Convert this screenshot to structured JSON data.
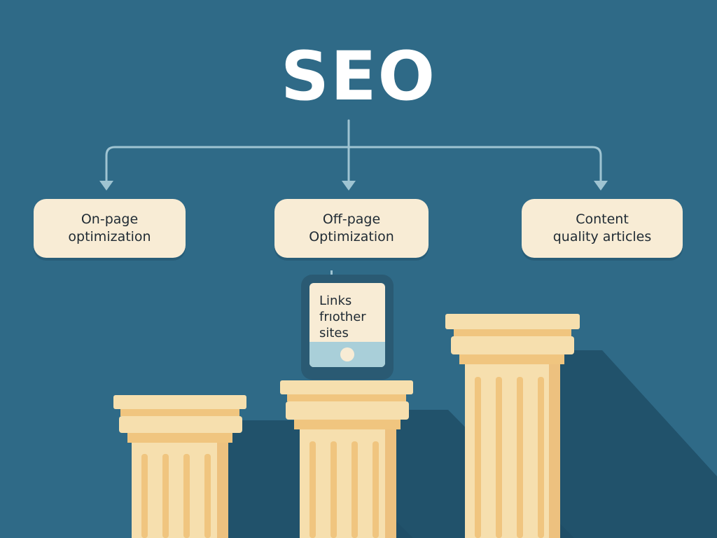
{
  "diagram": {
    "title": "SEO",
    "branches": [
      {
        "label": "On-page\noptimization"
      },
      {
        "label": "Off-page\nOptimization"
      },
      {
        "label": "Content\nquality articles"
      }
    ],
    "device": {
      "screen_text": "Links\nfrıother\nsites"
    }
  },
  "colors": {
    "background": "#2f6a87",
    "box_fill": "#f8ecd5",
    "connector": "#9fc4d2",
    "pillar_light": "#f6dfae",
    "pillar_mid": "#f0c57f",
    "pillar_dark": "#e7ad5f",
    "shadow": "#1f4e66"
  }
}
